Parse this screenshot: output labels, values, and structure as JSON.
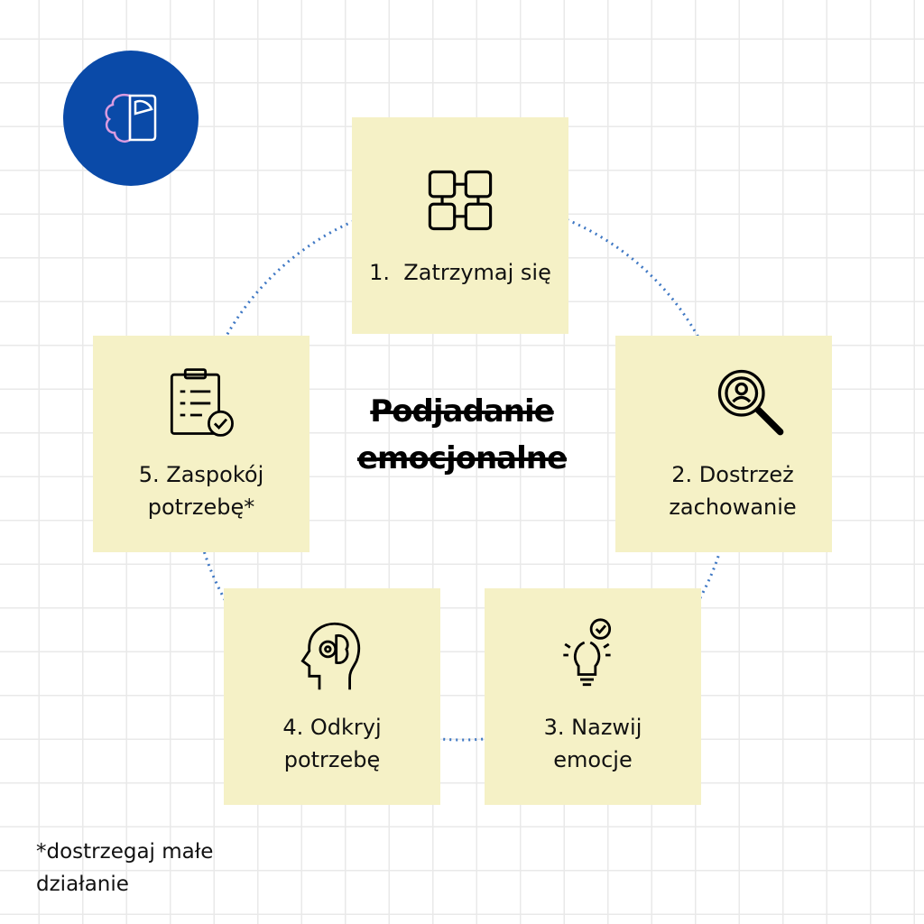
{
  "title": "Podjadanie emocjonalne",
  "steps": [
    {
      "label": "1.  Zatrzymaj się",
      "icon": "hands-together-icon"
    },
    {
      "label": "2. Dostrzeż zachowanie",
      "icon": "magnifier-person-icon"
    },
    {
      "label": "3. Nazwij emocje",
      "icon": "lightbulb-check-icon"
    },
    {
      "label": "4. Odkryj potrzebę",
      "icon": "head-brain-gear-icon"
    },
    {
      "label": "5. Zaspokój potrzebę*",
      "icon": "clipboard-check-icon"
    }
  ],
  "footnote": "*dostrzegaj małe działanie",
  "colors": {
    "logo": "#0a4aa8",
    "box": "#f5f1c6",
    "ring": "#3f78c4"
  }
}
